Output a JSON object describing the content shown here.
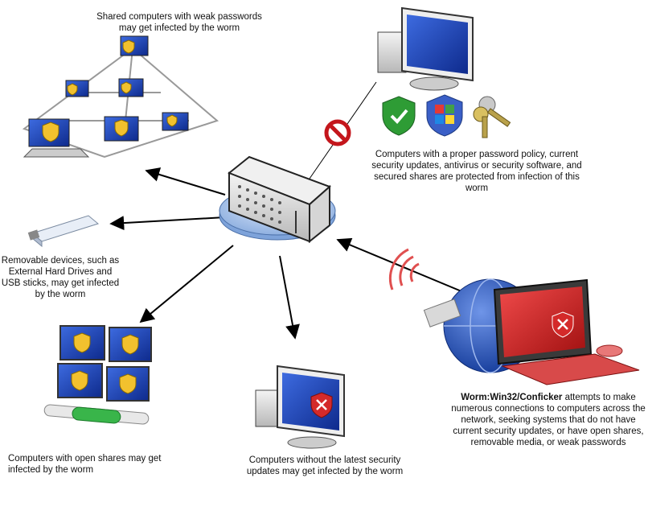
{
  "captions": {
    "shared_computers": "Shared computers with weak passwords may get infected by the worm",
    "protected_computers": "Computers with a proper password policy, current security updates, antivirus or security software, and secured shares are protected from infection of this worm",
    "removable_devices": "Removable devices, such as External Hard Drives and USB sticks, may get infected by the worm",
    "open_shares": "Computers with open shares may get infected by the worm",
    "unpatched_computers": "Computers without the latest security updates may get infected by the worm",
    "worm_name": "Worm:Win32/Conficker",
    "worm_description": " attempts to make numerous connections to computers across the network, seeking systems that do not have current security updates, or have open shares, removable media, or weak passwords"
  },
  "icons": {
    "center": "server-icon",
    "blocked": "no-entry-icon",
    "protection": [
      "green-shield-check-icon",
      "windows-security-shield-icon",
      "keys-icon"
    ],
    "warning": "yellow-warning-shield-icon",
    "infected": "red-x-shield-icon"
  },
  "colors": {
    "screen_blue": "#1c3fb5",
    "warning_yellow": "#f2c12e",
    "infected_red": "#d42a2a",
    "ok_green": "#2e9c35",
    "globe_blue": "#2a55b8",
    "stop_red": "#c4161c"
  }
}
